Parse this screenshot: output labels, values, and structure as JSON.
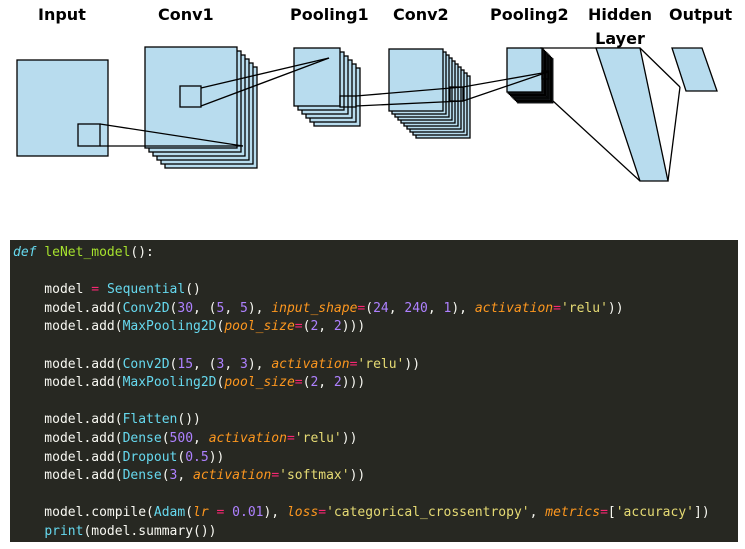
{
  "diagram": {
    "labels": {
      "input": "Input",
      "conv1": "Conv1",
      "pooling1": "Pooling1",
      "conv2": "Conv2",
      "pooling2": "Pooling2",
      "hidden_line1": "Hidden",
      "hidden_line2": "Layer",
      "output": "Output"
    },
    "colors": {
      "box_fill": "#b8dcee",
      "stroke": "#000000"
    }
  },
  "code": {
    "background": "#272822",
    "lines": [
      [
        [
          "def",
          "def"
        ],
        [
          "pl",
          " "
        ],
        [
          "fn",
          "leNet_model"
        ],
        [
          "pl",
          "():"
        ]
      ],
      [],
      [
        [
          "pl",
          "    model "
        ],
        [
          "op",
          "="
        ],
        [
          "pl",
          " "
        ],
        [
          "call",
          "Sequential"
        ],
        [
          "pl",
          "()"
        ]
      ],
      [
        [
          "pl",
          "    model.add("
        ],
        [
          "call",
          "Conv2D"
        ],
        [
          "pl",
          "("
        ],
        [
          "num",
          "30"
        ],
        [
          "pl",
          ", ("
        ],
        [
          "num",
          "5"
        ],
        [
          "pl",
          ", "
        ],
        [
          "num",
          "5"
        ],
        [
          "pl",
          "), "
        ],
        [
          "kw",
          "input_shape"
        ],
        [
          "op",
          "="
        ],
        [
          "pl",
          "("
        ],
        [
          "num",
          "24"
        ],
        [
          "pl",
          ", "
        ],
        [
          "num",
          "240"
        ],
        [
          "pl",
          ", "
        ],
        [
          "num",
          "1"
        ],
        [
          "pl",
          "), "
        ],
        [
          "kw",
          "activation"
        ],
        [
          "op",
          "="
        ],
        [
          "str",
          "'relu'"
        ],
        [
          "pl",
          "))"
        ]
      ],
      [
        [
          "pl",
          "    model.add("
        ],
        [
          "call",
          "MaxPooling2D"
        ],
        [
          "pl",
          "("
        ],
        [
          "kw",
          "pool_size"
        ],
        [
          "op",
          "="
        ],
        [
          "pl",
          "("
        ],
        [
          "num",
          "2"
        ],
        [
          "pl",
          ", "
        ],
        [
          "num",
          "2"
        ],
        [
          "pl",
          ")))"
        ]
      ],
      [],
      [
        [
          "pl",
          "    model.add("
        ],
        [
          "call",
          "Conv2D"
        ],
        [
          "pl",
          "("
        ],
        [
          "num",
          "15"
        ],
        [
          "pl",
          ", ("
        ],
        [
          "num",
          "3"
        ],
        [
          "pl",
          ", "
        ],
        [
          "num",
          "3"
        ],
        [
          "pl",
          "), "
        ],
        [
          "kw",
          "activation"
        ],
        [
          "op",
          "="
        ],
        [
          "str",
          "'relu'"
        ],
        [
          "pl",
          "))"
        ]
      ],
      [
        [
          "pl",
          "    model.add("
        ],
        [
          "call",
          "MaxPooling2D"
        ],
        [
          "pl",
          "("
        ],
        [
          "kw",
          "pool_size"
        ],
        [
          "op",
          "="
        ],
        [
          "pl",
          "("
        ],
        [
          "num",
          "2"
        ],
        [
          "pl",
          ", "
        ],
        [
          "num",
          "2"
        ],
        [
          "pl",
          ")))"
        ]
      ],
      [],
      [
        [
          "pl",
          "    model.add("
        ],
        [
          "call",
          "Flatten"
        ],
        [
          "pl",
          "())"
        ]
      ],
      [
        [
          "pl",
          "    model.add("
        ],
        [
          "call",
          "Dense"
        ],
        [
          "pl",
          "("
        ],
        [
          "num",
          "500"
        ],
        [
          "pl",
          ", "
        ],
        [
          "kw",
          "activation"
        ],
        [
          "op",
          "="
        ],
        [
          "str",
          "'relu'"
        ],
        [
          "pl",
          "))"
        ]
      ],
      [
        [
          "pl",
          "    model.add("
        ],
        [
          "call",
          "Dropout"
        ],
        [
          "pl",
          "("
        ],
        [
          "num",
          "0.5"
        ],
        [
          "pl",
          "))"
        ]
      ],
      [
        [
          "pl",
          "    model.add("
        ],
        [
          "call",
          "Dense"
        ],
        [
          "pl",
          "("
        ],
        [
          "num",
          "3"
        ],
        [
          "pl",
          ", "
        ],
        [
          "kw",
          "activation"
        ],
        [
          "op",
          "="
        ],
        [
          "str",
          "'softmax'"
        ],
        [
          "pl",
          "))"
        ]
      ],
      [],
      [
        [
          "pl",
          "    model.compile("
        ],
        [
          "call",
          "Adam"
        ],
        [
          "pl",
          "("
        ],
        [
          "kw",
          "lr"
        ],
        [
          "pl",
          " "
        ],
        [
          "op",
          "="
        ],
        [
          "pl",
          " "
        ],
        [
          "num",
          "0.01"
        ],
        [
          "pl",
          "), "
        ],
        [
          "kw",
          "loss"
        ],
        [
          "op",
          "="
        ],
        [
          "str",
          "'categorical_crossentropy'"
        ],
        [
          "pl",
          ", "
        ],
        [
          "kw",
          "metrics"
        ],
        [
          "op",
          "="
        ],
        [
          "pl",
          "["
        ],
        [
          "str",
          "'accuracy'"
        ],
        [
          "pl",
          "])"
        ]
      ],
      [
        [
          "pl",
          "    "
        ],
        [
          "call",
          "print"
        ],
        [
          "pl",
          "(model.summary())"
        ]
      ]
    ]
  }
}
